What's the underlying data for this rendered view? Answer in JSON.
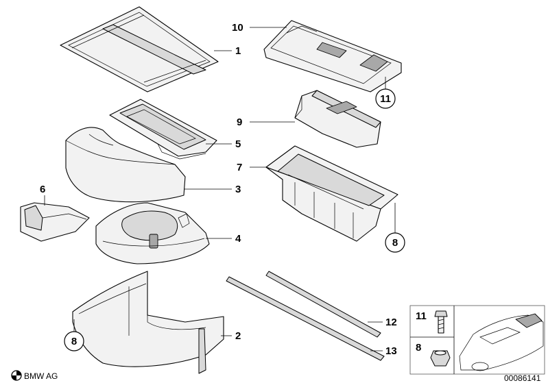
{
  "parts": [
    {
      "number": "1",
      "name": ""
    },
    {
      "number": "2",
      "name": ""
    },
    {
      "number": "3",
      "name": ""
    },
    {
      "number": "4",
      "name": ""
    },
    {
      "number": "5",
      "name": ""
    },
    {
      "number": "6",
      "name": ""
    },
    {
      "number": "7",
      "name": ""
    },
    {
      "number": "8",
      "name": ""
    },
    {
      "number": "9",
      "name": ""
    },
    {
      "number": "10",
      "name": ""
    },
    {
      "number": "11",
      "name": ""
    },
    {
      "number": "12",
      "name": ""
    },
    {
      "number": "13",
      "name": ""
    }
  ],
  "callouts": {
    "c1": "1",
    "c2": "2",
    "c3": "3",
    "c4": "4",
    "c5": "5",
    "c6": "6",
    "c7": "7",
    "c8_right": "8",
    "c8_left": "8",
    "c9": "9",
    "c10": "10",
    "c11_circle": "11",
    "c12": "12",
    "c13": "13"
  },
  "inset": {
    "bolt_label": "11",
    "nut_label": "8"
  },
  "footer": {
    "brand": "BMW AG",
    "image_number": "00086141"
  },
  "colors": {
    "line": "#000000",
    "fill": "#f2f2f2",
    "shade": "#d9d9d9",
    "dark": "#a8a8a8"
  }
}
